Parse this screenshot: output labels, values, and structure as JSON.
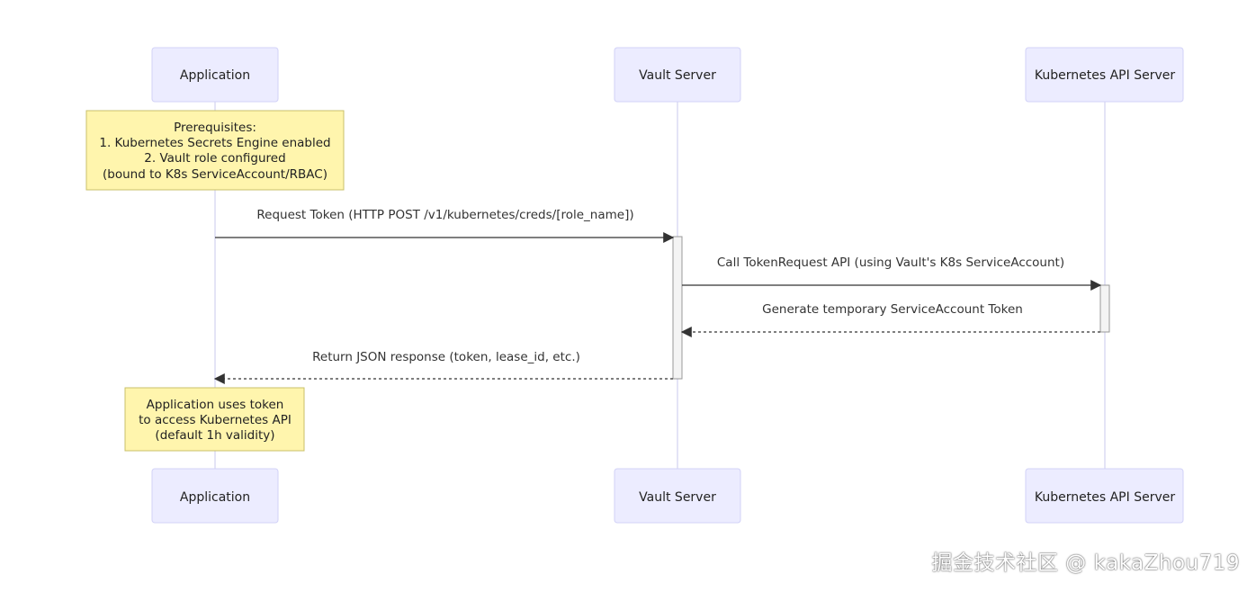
{
  "colors": {
    "actor_fill": "#ececff",
    "actor_stroke": "#d2d2f7",
    "lifeline": "#c9c9ee",
    "note_fill": "#fff5ad",
    "note_stroke": "#c9c06a",
    "arrow": "#333333",
    "activation_fill": "#f4f4f4",
    "activation_stroke": "#999999"
  },
  "actors": [
    {
      "id": "app",
      "label": "Application"
    },
    {
      "id": "vault",
      "label": "Vault Server"
    },
    {
      "id": "k8s",
      "label": "Kubernetes API Server"
    }
  ],
  "notes": [
    {
      "id": "prereq",
      "over": "app",
      "lines": [
        "Prerequisites:",
        "1. Kubernetes Secrets Engine enabled",
        "2. Vault role configured",
        "(bound to K8s ServiceAccount/RBAC)"
      ]
    },
    {
      "id": "usage",
      "over": "app",
      "lines": [
        "Application uses token",
        "to access Kubernetes API",
        "(default 1h validity)"
      ]
    }
  ],
  "messages": [
    {
      "id": "request-token",
      "from": "app",
      "to": "vault",
      "style": "solid",
      "label": "Request Token (HTTP POST /v1/kubernetes/creds/[role_name])"
    },
    {
      "id": "call-tokenrequest",
      "from": "vault",
      "to": "k8s",
      "style": "solid",
      "label": "Call TokenRequest API (using Vault's K8s ServiceAccount)"
    },
    {
      "id": "generate-token",
      "from": "k8s",
      "to": "vault",
      "style": "dashed",
      "label": "Generate temporary ServiceAccount Token"
    },
    {
      "id": "return-json",
      "from": "vault",
      "to": "app",
      "style": "dashed",
      "label": "Return JSON response (token, lease_id, etc.)"
    }
  ],
  "watermark": "掘金技术社区 @ kakaZhou719"
}
